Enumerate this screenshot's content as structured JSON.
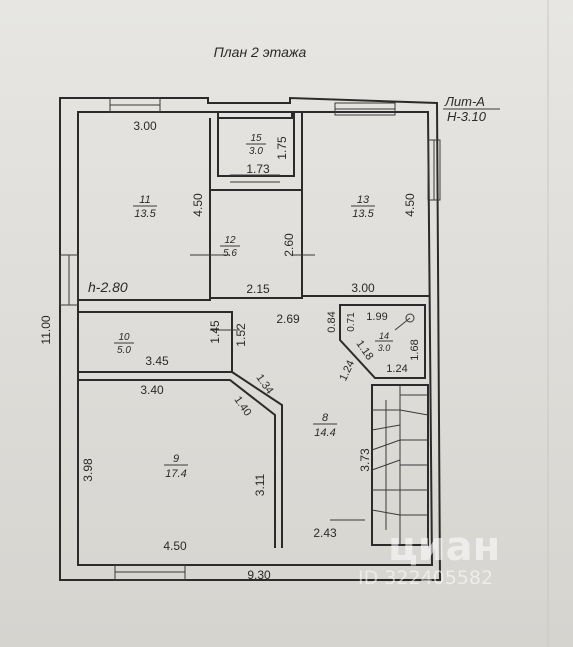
{
  "title": "План 2 этажа",
  "lit": {
    "label": "Лит-А",
    "height": "H-3.10"
  },
  "room_height": "h-2.80",
  "rooms": [
    {
      "num": "11",
      "area": "13.5"
    },
    {
      "num": "15",
      "area": "3.0"
    },
    {
      "num": "13",
      "area": "13.5"
    },
    {
      "num": "12",
      "area": "5.6"
    },
    {
      "num": "10",
      "area": "5.0"
    },
    {
      "num": "14",
      "area": "3.0"
    },
    {
      "num": "8",
      "area": "14.4"
    },
    {
      "num": "9",
      "area": "17.4"
    }
  ],
  "dims": [
    "3.00",
    "1.75",
    "1.73",
    "4.50",
    "2.60",
    "4.50",
    "2.15",
    "3.00",
    "2.69",
    "0.84",
    "0.71",
    "1.99",
    "1.45",
    "1.52",
    "3.45",
    "1.18",
    "1.24",
    "1.68",
    "1.24",
    "3.40",
    "1.34",
    "1.40",
    "3.98",
    "3.11",
    "3.73",
    "4.50",
    "2.43",
    "9.30",
    "11.00"
  ],
  "watermark": {
    "brand": "циан",
    "id": "ID 322405582"
  }
}
